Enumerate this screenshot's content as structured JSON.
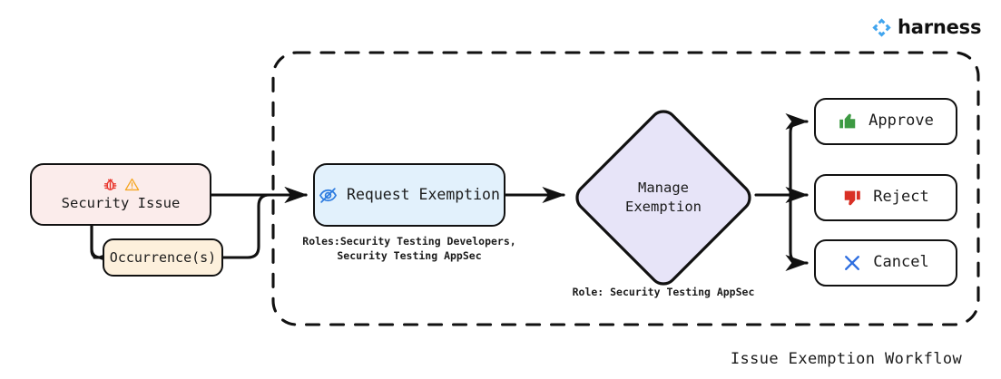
{
  "brand": {
    "name": "harness",
    "logo_icon": "harness-logo-icon",
    "logo_color": "#41a5ee"
  },
  "diagram": {
    "title": "Issue Exemption Workflow",
    "container": {
      "name": "exemption-scope-boundary",
      "style": "dashed",
      "color": "#111111"
    },
    "nodes": [
      {
        "id": "security-issue",
        "label": "Security Issue",
        "fill": "#fbeceb",
        "border": "#111111",
        "icons": [
          "bug-icon",
          "warning-triangle-icon"
        ],
        "icon_colors": [
          "#e8332a",
          "#f5a623"
        ]
      },
      {
        "id": "occurrences",
        "label": "Occurrence(s)",
        "fill": "#fdf0dc",
        "border": "#111111"
      },
      {
        "id": "request-exemption",
        "label": "Request Exemption",
        "fill": "#e2f1fc",
        "border": "#111111",
        "icon": "eye-off-icon",
        "icon_color": "#2e7ce0",
        "caption": "Roles:Security Testing Developers,\nSecurity Testing AppSec"
      },
      {
        "id": "manage-exemption",
        "label_line1": "Manage",
        "label_line2": "Exemption",
        "fill": "#e7e4f8",
        "border": "#111111",
        "shape": "diamond",
        "caption": "Role: Security Testing AppSec"
      },
      {
        "id": "approve",
        "label": "Approve",
        "fill": "#ffffff",
        "border": "#111111",
        "icon": "thumbs-up-icon",
        "icon_color": "#3d9a43"
      },
      {
        "id": "reject",
        "label": "Reject",
        "fill": "#ffffff",
        "border": "#111111",
        "icon": "thumbs-down-icon",
        "icon_color": "#d93025"
      },
      {
        "id": "cancel",
        "label": "Cancel",
        "fill": "#ffffff",
        "border": "#111111",
        "icon": "cross-x-icon",
        "icon_color": "#2e6ee0"
      }
    ],
    "edges": [
      {
        "from": "security-issue",
        "to": "request-exemption"
      },
      {
        "from": "security-issue",
        "to": "occurrences"
      },
      {
        "from": "occurrences",
        "to": "request-exemption"
      },
      {
        "from": "request-exemption",
        "to": "manage-exemption"
      },
      {
        "from": "manage-exemption",
        "to": "approve"
      },
      {
        "from": "manage-exemption",
        "to": "reject"
      },
      {
        "from": "manage-exemption",
        "to": "cancel"
      }
    ]
  }
}
